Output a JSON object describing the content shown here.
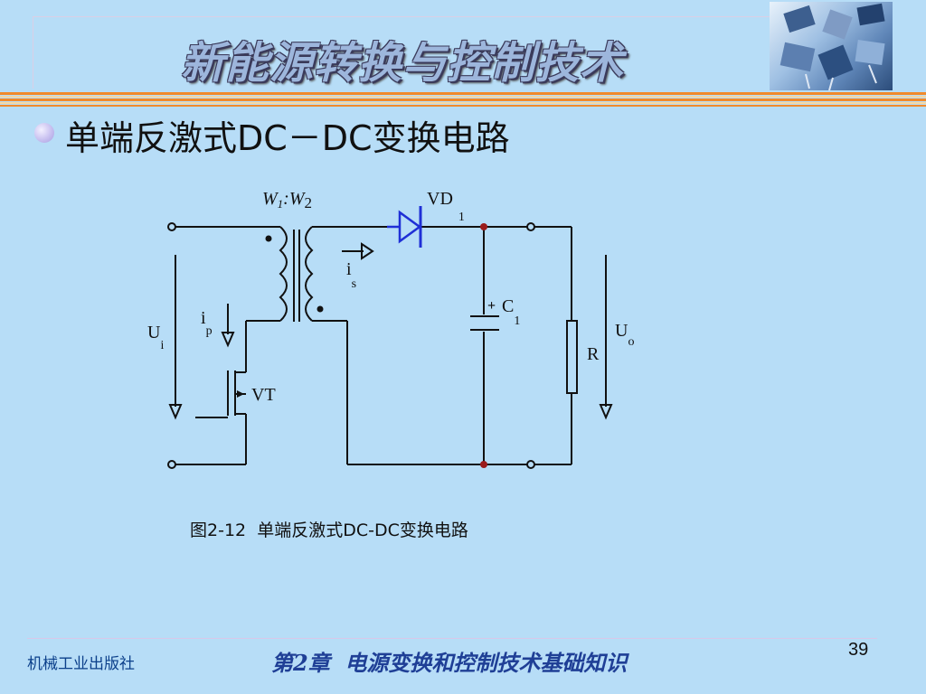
{
  "slide": {
    "title": "新能源转换与控制技术",
    "heading": "单端反激式DC－DC变换电路",
    "caption": "图2-12  单端反激式DC-DC变换电路",
    "footer_publisher": "机械工业出版社",
    "footer_chapter": "第2章  电源变换和控制技术基础知识",
    "page_number": "39"
  },
  "circuit": {
    "transformer_label_w1": "W",
    "transformer_label_w1_sub": "1",
    "transformer_label_colon": ":",
    "transformer_label_w2": "W",
    "transformer_label_w2_sub": "2",
    "diode_label": "VD",
    "diode_sub": "1",
    "current_is": "i",
    "current_is_sub": "s",
    "current_ip": "i",
    "current_ip_sub": "p",
    "input_voltage": "U",
    "input_voltage_sub": "i",
    "output_voltage": "U",
    "output_voltage_sub": "o",
    "switch_label": "VT",
    "capacitor_label": "C",
    "capacitor_sub": "1",
    "capacitor_polarity": "+",
    "resistor_label": "R"
  },
  "colors": {
    "background": "#b7ddf7",
    "accent_rule": "#f08a2c",
    "diode": "#1f2fd6",
    "node_dot": "#9a1b1b",
    "footer_text": "#1f3f96"
  }
}
